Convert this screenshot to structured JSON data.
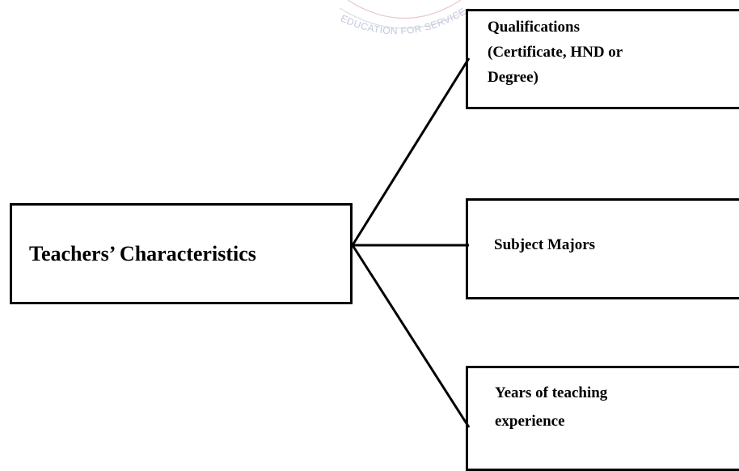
{
  "diagram": {
    "root": {
      "label": "Teachers’ Characteristics"
    },
    "branches": [
      {
        "label": "Qualifications\n(Certificate, HND or\nDegree)"
      },
      {
        "label": "Subject Majors"
      },
      {
        "label": "Years of teaching\nexperience"
      }
    ]
  },
  "watermark": {
    "text": "EDUCATION FOR SERVICE",
    "color": "#b9bfd9"
  },
  "colors": {
    "line": "#000000",
    "border": "#000000"
  }
}
